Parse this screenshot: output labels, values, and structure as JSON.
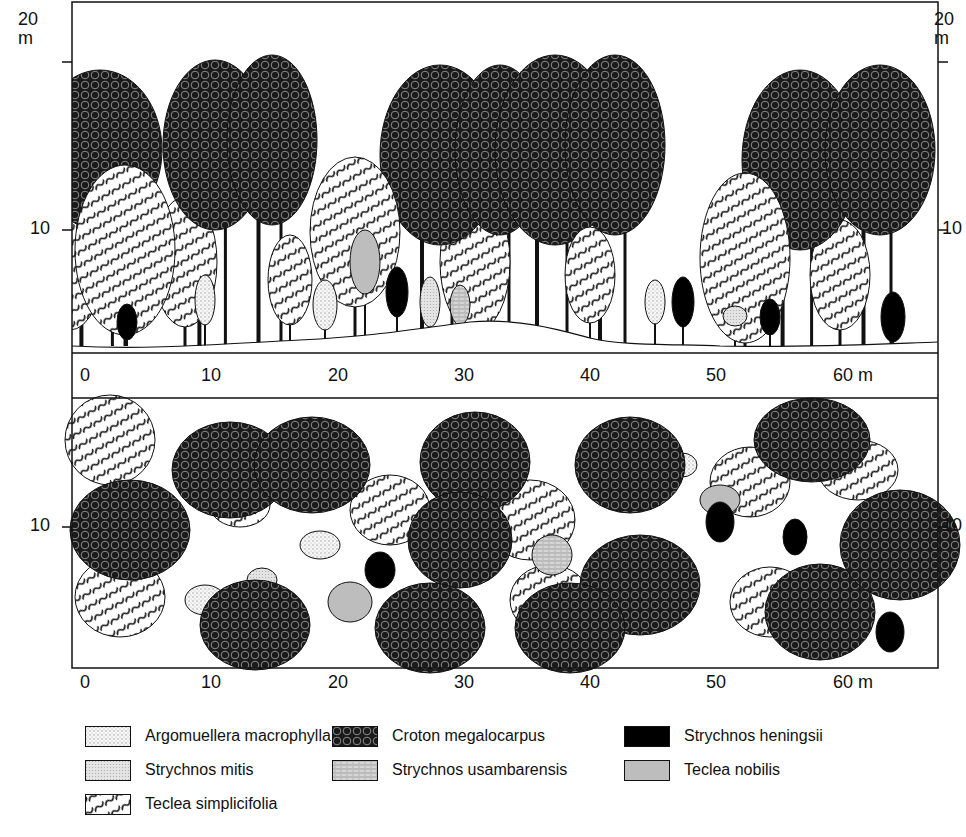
{
  "diagram": {
    "labels": [
      "20 m",
      "10",
      "20 m",
      "10",
      "0",
      "10",
      "20",
      "30",
      "40",
      "50",
      "60 m",
      "10",
      "10",
      "0",
      "10",
      "20",
      "30",
      "40",
      "50",
      "60 m"
    ],
    "legend": [
      {
        "text": "Argomuellera macrophylla"
      },
      {
        "text": "Croton megalocarpus"
      },
      {
        "text": "Strychnos heningsii",
        "color": "#000000"
      },
      {
        "text": "Strychnos mitis"
      },
      {
        "text": "Strychnos usambarensis"
      },
      {
        "text": "Teclea nobilis",
        "color": "#bdbdbd"
      },
      {
        "text": "Teclea simplicifolia"
      }
    ]
  }
}
